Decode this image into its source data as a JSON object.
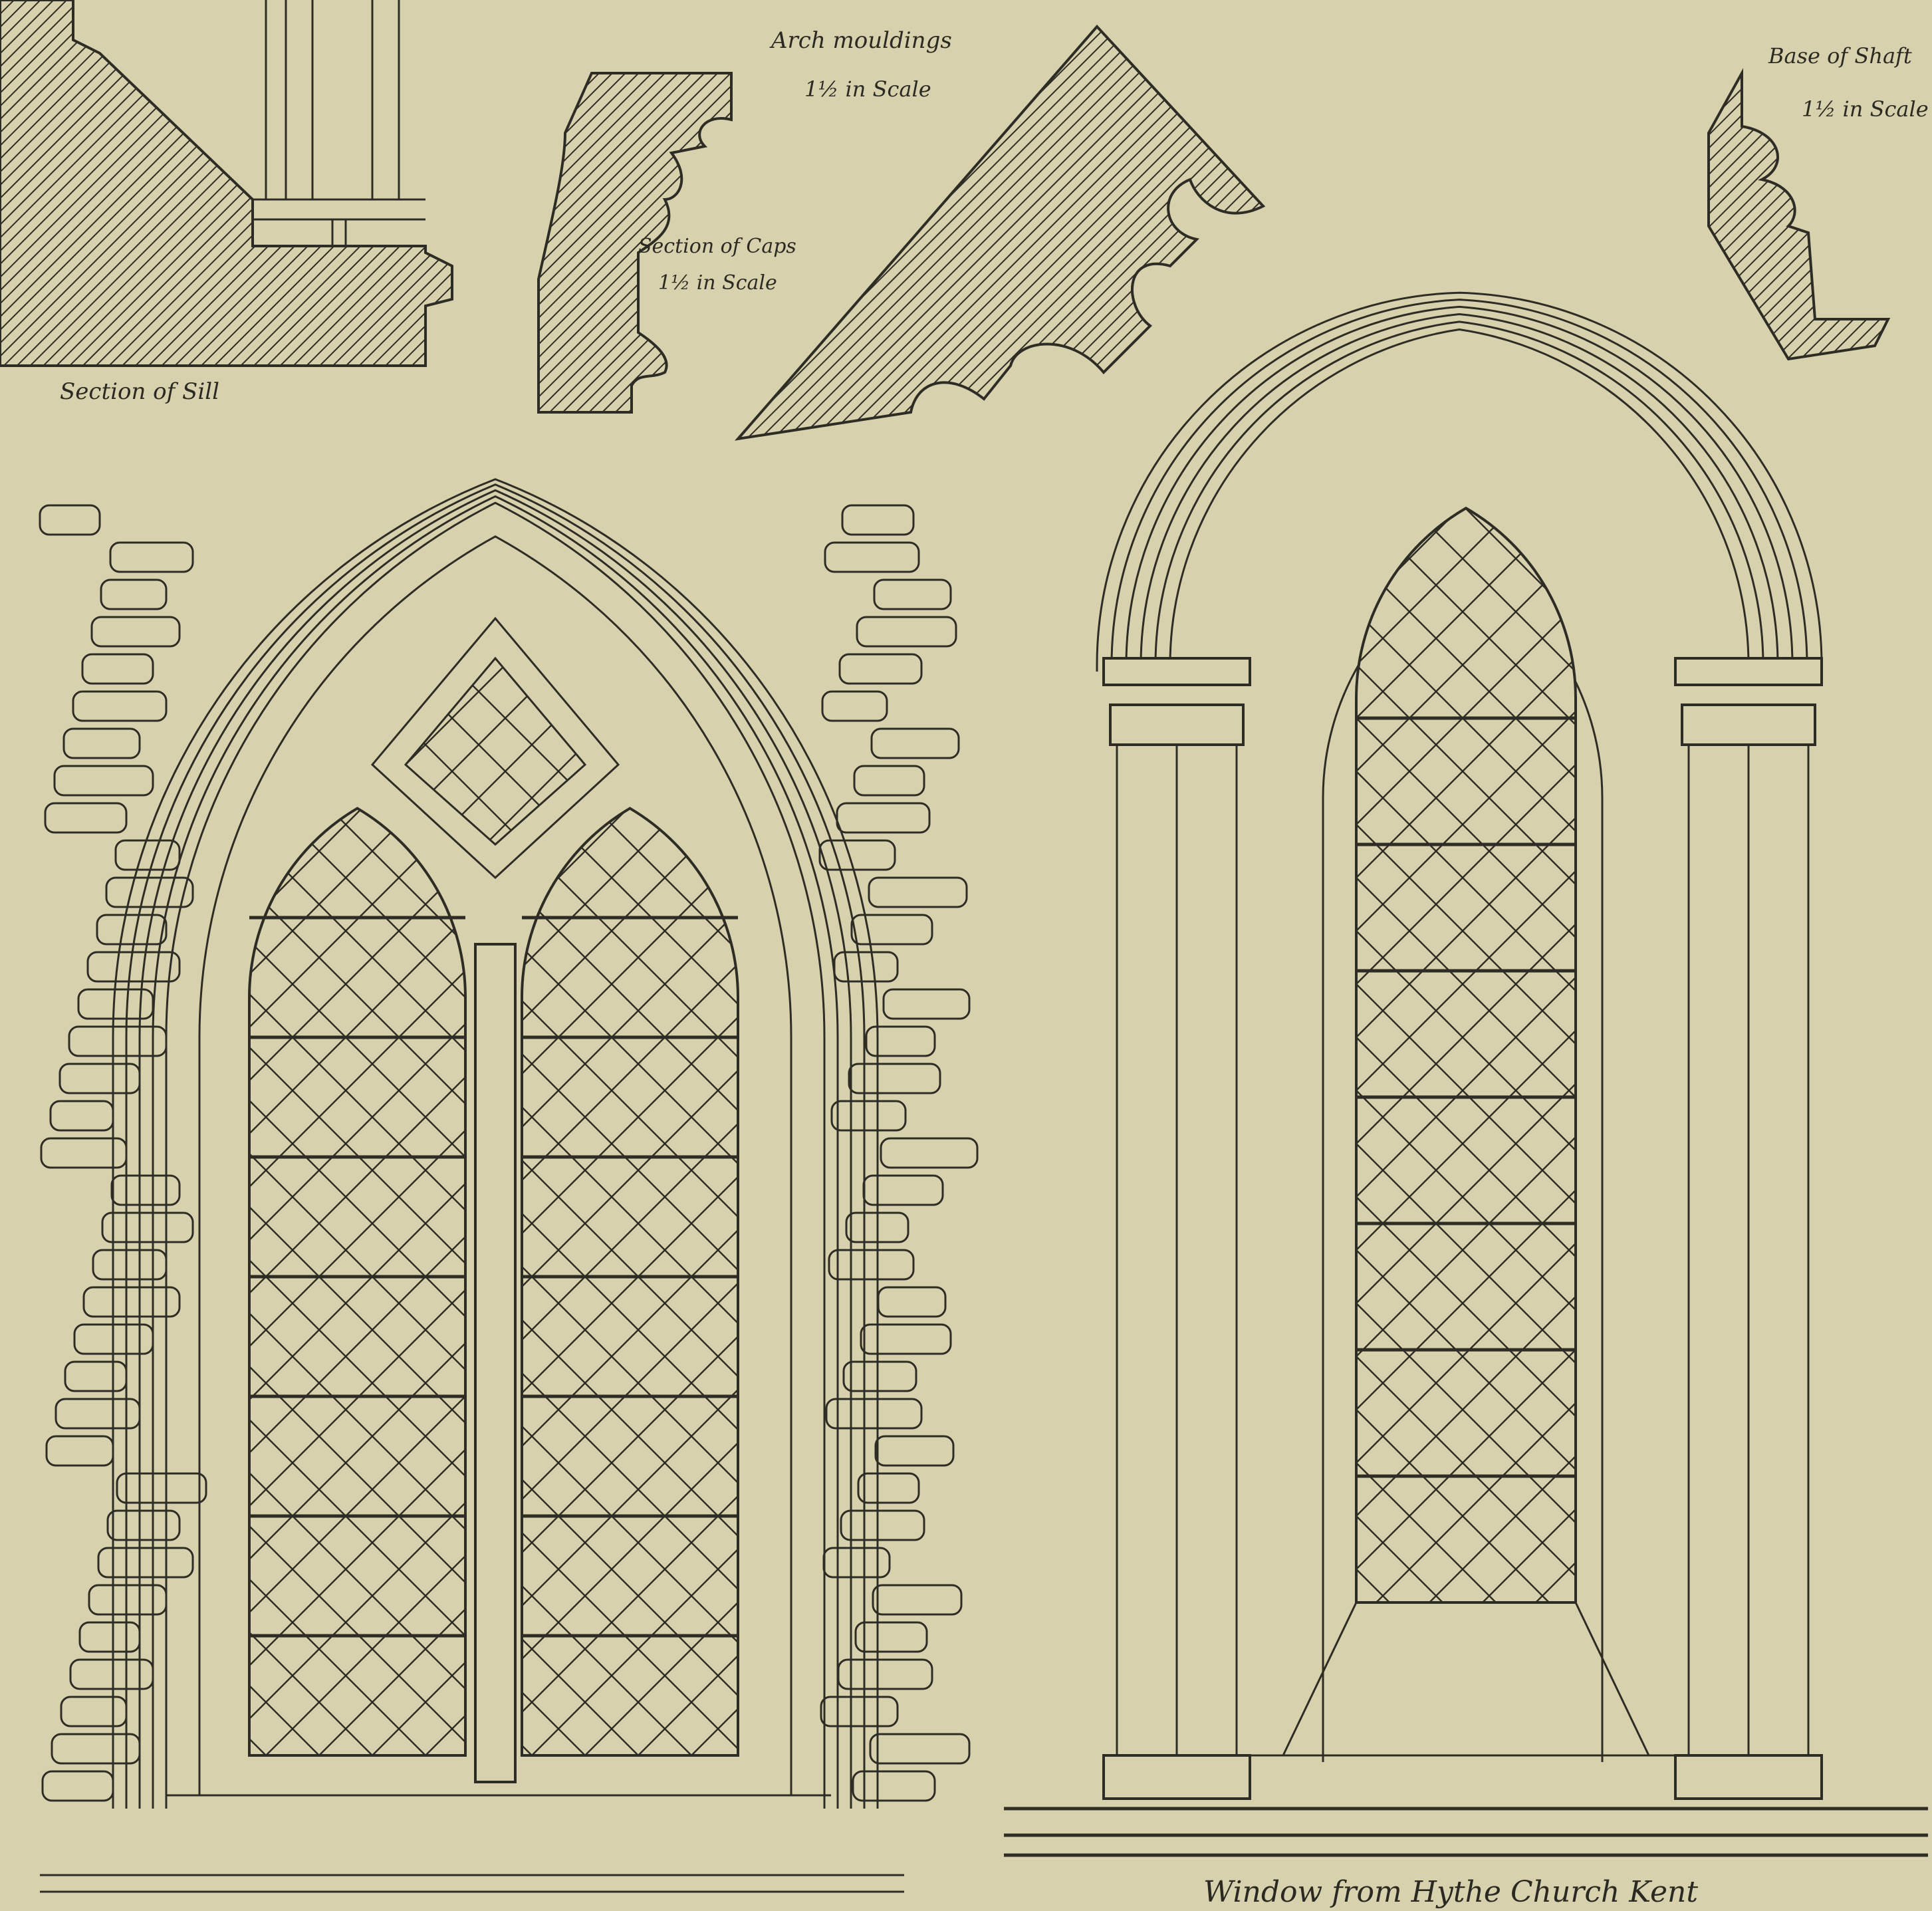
{
  "plate": {
    "title": "Window from Hythe Church Kent",
    "labels": {
      "sill": "Section of Sill",
      "caps": "Section of Caps",
      "caps_scale": "1½ in Scale",
      "arch_mouldings": "Arch mouldings",
      "arch_scale": "1½ in Scale",
      "base_of_shaft": "Base of Shaft",
      "base_scale": "1½ in Scale"
    }
  },
  "colors": {
    "paper": "#d8d1ad",
    "ink": "#2e2d25"
  }
}
